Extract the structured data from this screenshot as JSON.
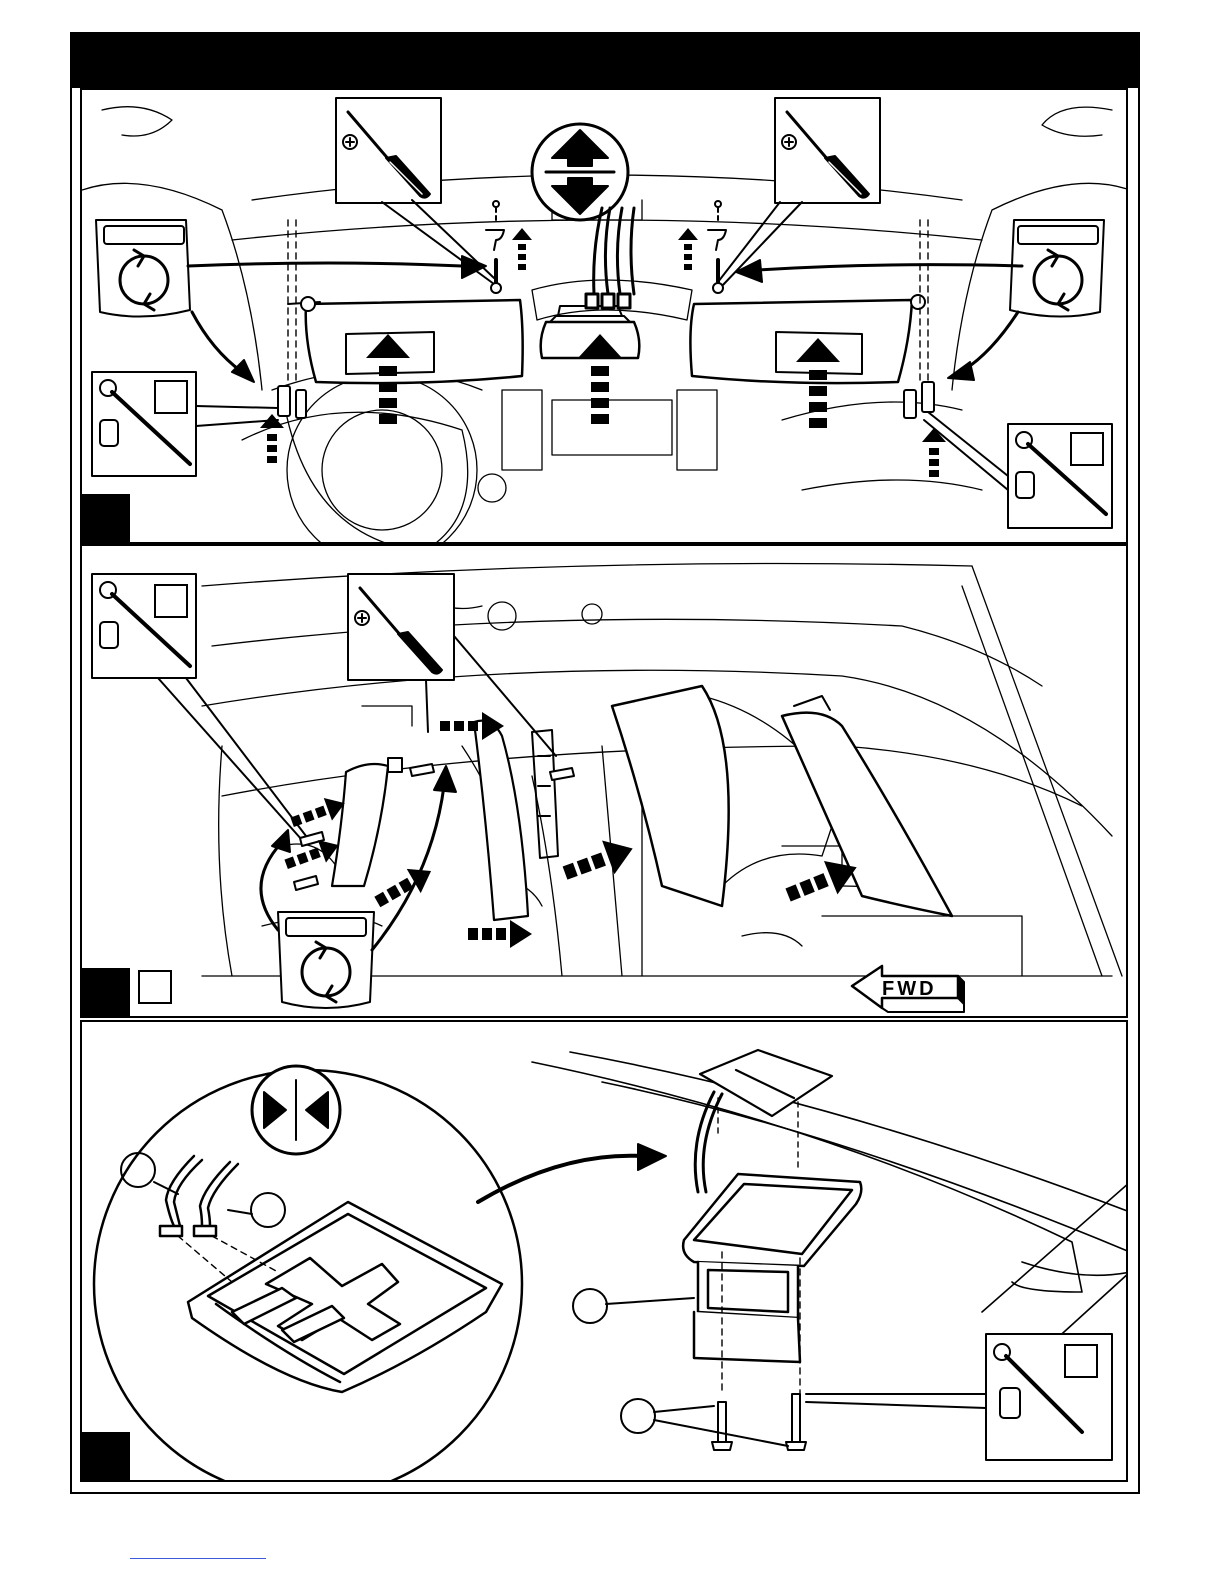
{
  "header": {
    "title": ""
  },
  "panels": [
    {
      "id": "step-1",
      "step_label": ""
    },
    {
      "id": "step-2",
      "step_label": "",
      "direction_label": "FWD"
    },
    {
      "id": "step-3",
      "step_label": ""
    }
  ],
  "colors": {
    "ink": "#000000",
    "paper": "#ffffff",
    "link": "#3b5bdb"
  },
  "icons": [
    "screwdriver-icon",
    "ratchet-socket-icon",
    "reuse-part-icon",
    "push-pull-icon",
    "connect-icon",
    "fwd-arrow-icon"
  ]
}
